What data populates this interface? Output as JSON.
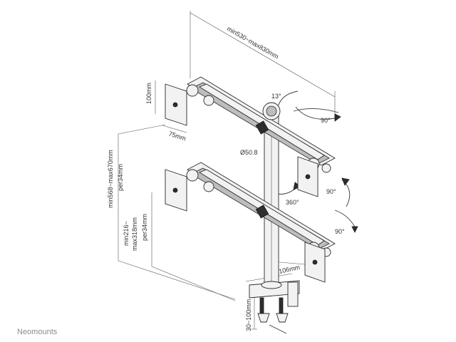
{
  "dimensions": {
    "top_width": "min530~max830mm",
    "angle_13": "13°",
    "angle_90_top": "90°",
    "plate_100": "100mm",
    "plate_75": "75mm",
    "pole_diameter": "Ø50.8",
    "rotate_360": "360°",
    "tilt_90_right": "90°",
    "tilt_90_low": "90°",
    "height_total_a": "min568~max670mm",
    "height_total_b": "per34mm",
    "height_lower_a": "min216~",
    "height_lower_b": "max318mm",
    "height_lower_c": "per34mm",
    "clamp_depth": "106mm",
    "clamp_range": "30~100mm"
  },
  "brand": "Neomounts"
}
